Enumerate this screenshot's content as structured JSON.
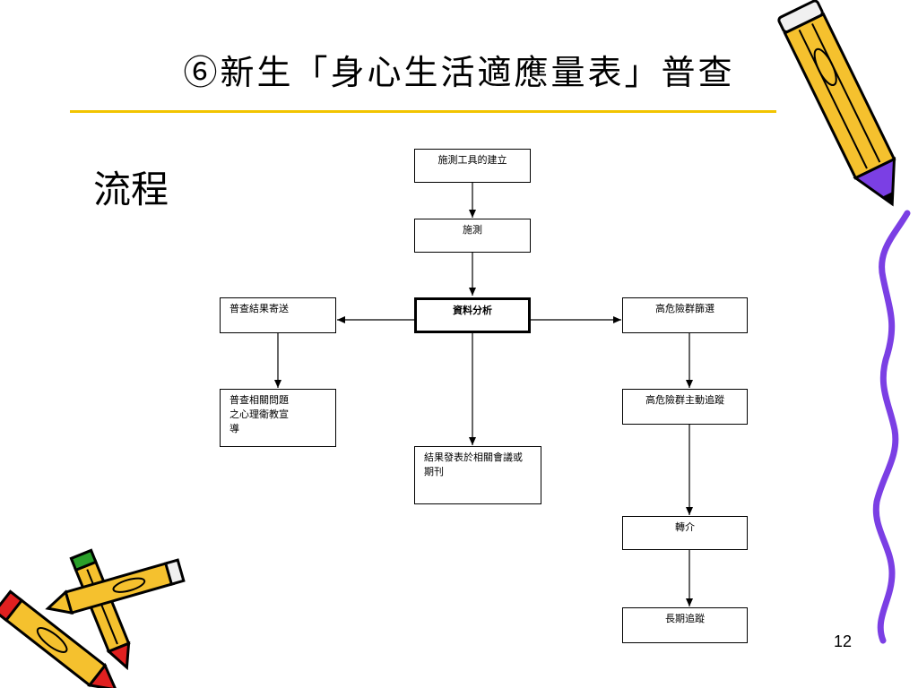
{
  "slide": {
    "title": "⑥新生「身心生活適應量表」普查",
    "section_label": "流程",
    "page_number": "12"
  },
  "flow": {
    "build_tool": "施測工具的建立",
    "administer": "施測",
    "analysis": "資料分析",
    "mail_results": "普查結果寄送",
    "health_education": "普查相關問題之心理衛教宣導",
    "publish": "結果發表於相關會議或期刊",
    "screen_high_risk": "高危險群篩選",
    "track_high_risk": "高危險群主動追蹤",
    "referral": "轉介",
    "long_term_tracking": "長期追蹤"
  },
  "colors": {
    "rule": "#f2c400",
    "pencil_body": "#f5c12e",
    "pencil_outline": "#000000",
    "squiggle": "#7b3fe4",
    "eraser_red": "#e02020",
    "eraser_green": "#2aa02a"
  }
}
